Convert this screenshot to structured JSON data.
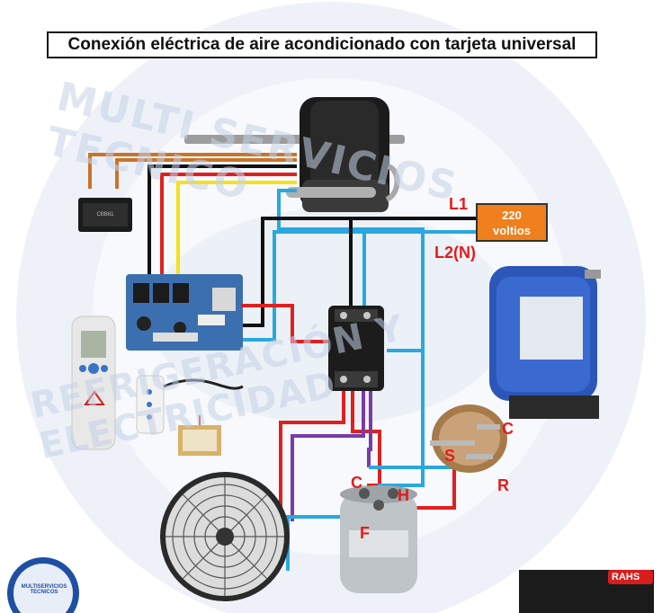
{
  "title": "Conexión eléctrica de aire acondicionado con tarjeta universal",
  "power": {
    "l1": "L1",
    "l2": "L2(N)",
    "voltage": "220",
    "unit": "voltios"
  },
  "compressor_terminals": {
    "c": "C",
    "s": "S",
    "r": "R"
  },
  "capacitor_terminals": {
    "c": "C",
    "h": "H",
    "f": "F"
  },
  "watermark": {
    "top": "MULTI SERVICIOS TECNICO",
    "bottom": "REFRIGERACIÓN Y ELECTRICIDAD"
  },
  "logo_left": "MULTISERVICIOS TECNICOS",
  "logo_right": "RAHS",
  "wire_colors": {
    "black": "#111111",
    "red": "#e02020",
    "blue": "#29a8e0",
    "yellow": "#f7e11a",
    "orange": "#c8742a",
    "purple": "#7a3aa8",
    "gray": "#9a9a9a"
  }
}
